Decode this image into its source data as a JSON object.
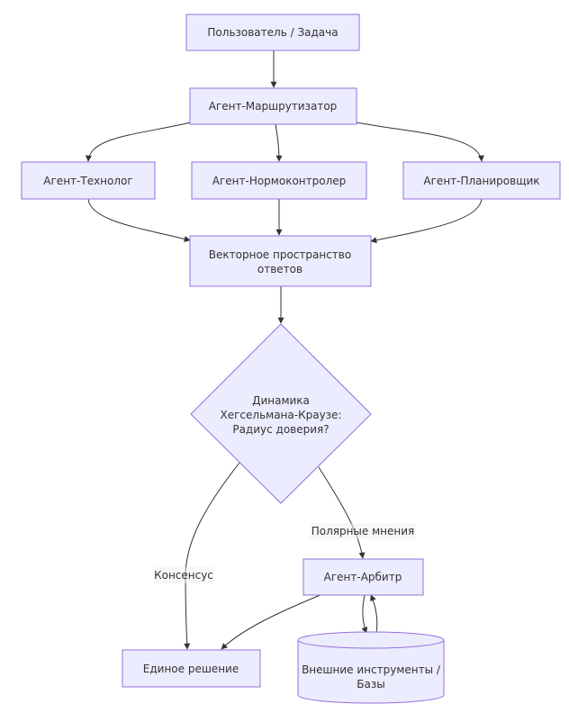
{
  "colors": {
    "node_fill": "#ECECFF",
    "node_stroke": "#9370DB",
    "edge": "#333333",
    "text": "#333333",
    "label_bg": "#F0F0F0"
  },
  "nodes": {
    "user_task": "Пользователь / Задача",
    "router": "Агент-Маршрутизатор",
    "technologist": "Агент-Технолог",
    "normcontroller": "Агент-Нормоконтролер",
    "planner": "Агент-Планировщик",
    "vector_space": [
      "Векторное пространство",
      "ответов"
    ],
    "decision": [
      "Динамика",
      "Хегсельмана-Краузе:",
      "Радиус доверия?"
    ],
    "arbiter": "Агент-Арбитр",
    "single_solution": "Единое решение",
    "external_tools": [
      "Внешние инструменты /",
      "Базы"
    ]
  },
  "edge_labels": {
    "consensus": "Консенсус",
    "polar_opinions": "Полярные мнения"
  }
}
